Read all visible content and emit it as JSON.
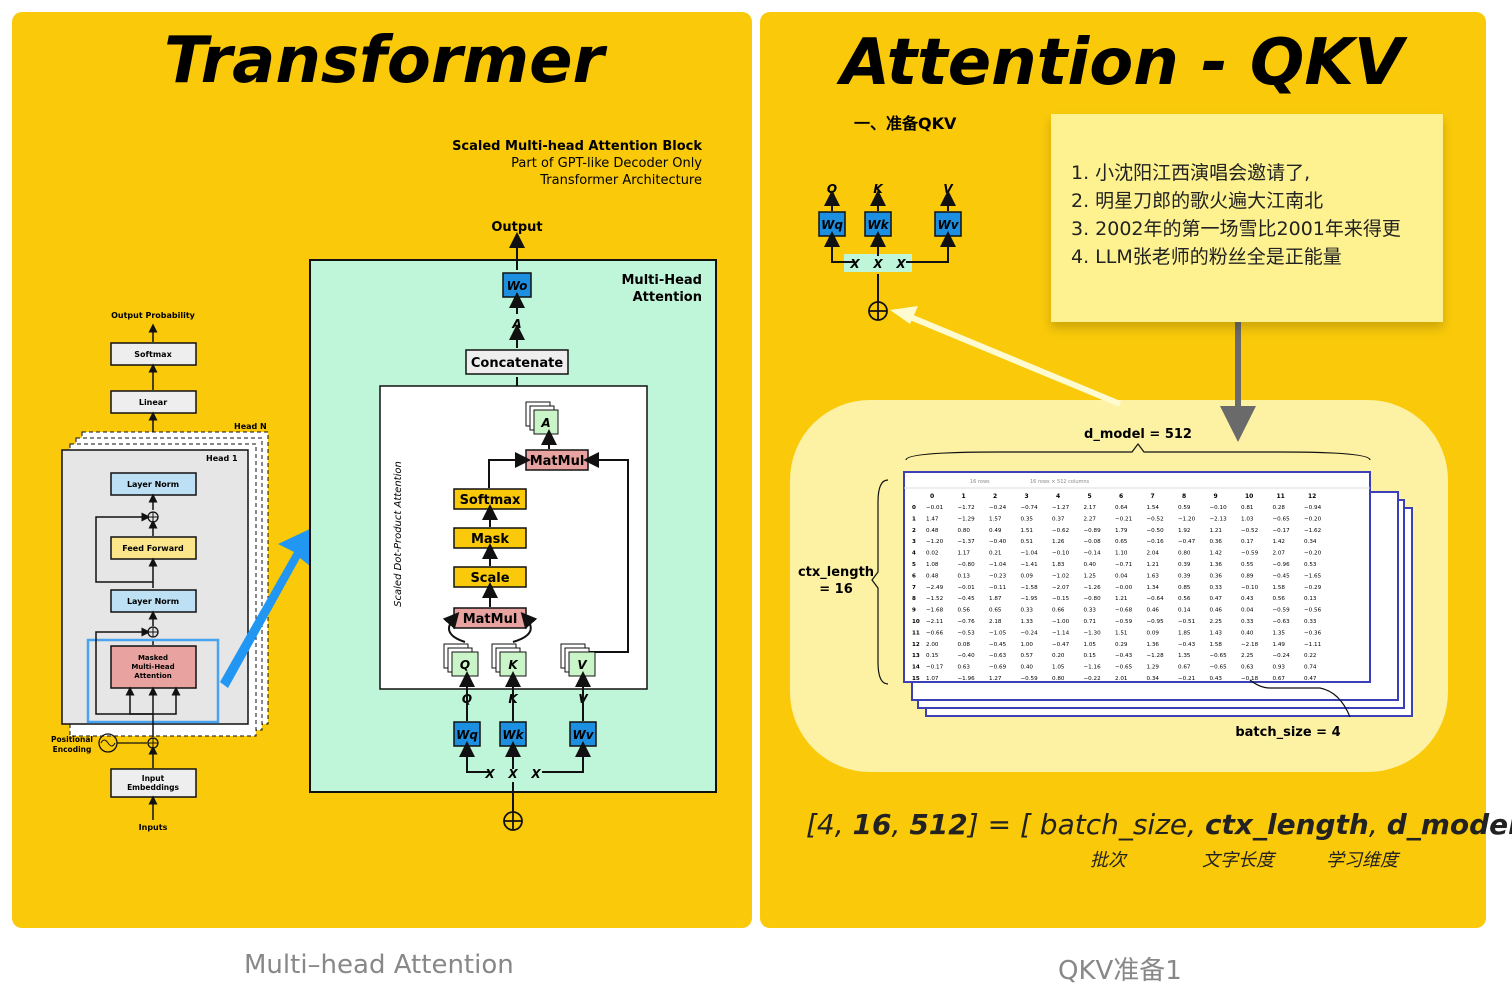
{
  "left": {
    "title": "Transformer",
    "block_title": "Scaled Multi-head Attention Block",
    "block_sub1": "Part of GPT-like Decoder Only",
    "block_sub2": "Transformer Architecture",
    "output": "Output",
    "mha_label1": "Multi-Head",
    "mha_label2": "Attention",
    "wo": "Wo",
    "a": "A",
    "concatenate": "Concatenate",
    "sdpa": "Scaled Dot-Product Attention",
    "matmul": "MatMul",
    "softmax": "Softmax",
    "mask": "Mask",
    "scale": "Scale",
    "q": "Q",
    "k": "K",
    "v": "V",
    "wq": "Wq",
    "wk": "Wk",
    "wv": "Wv",
    "x": "X",
    "mini": {
      "output_prob": "Output Probability",
      "softmax": "Softmax",
      "linear": "Linear",
      "head_n": "Head N",
      "head_1": "Head 1",
      "layer_norm": "Layer Norm",
      "feed_forward": "Feed Forward",
      "masked_mha_1": "Masked",
      "masked_mha_2": "Multi-Head",
      "masked_mha_3": "Attention",
      "positional_1": "Positional",
      "positional_2": "Encoding",
      "input_emb_1": "Input",
      "input_emb_2": "Embeddings",
      "inputs": "Inputs"
    },
    "caption": "Multi–head Attention"
  },
  "right": {
    "title": "Attention - QKV",
    "section": "一、准备QKV",
    "q": "Q",
    "k": "K",
    "v": "V",
    "wq": "Wq",
    "wk": "Wk",
    "wv": "Wv",
    "x": "X",
    "sticky": [
      "1. 小沈阳江西演唱会邀请了,",
      "2. 明星刀郎的歌火遍大江南北",
      "3. 2002年的第一场雪比2001年来得更",
      "4. LLM张老师的粉丝全是正能量"
    ],
    "d_model": "d_model = 512",
    "ctx_length_1": "ctx_length",
    "ctx_length_2": "= 16",
    "batch_size": "batch_size = 4",
    "table_toolbar_1": "16 rows",
    "table_toolbar_2": "16 rows × 512 columns",
    "table_header": [
      "0",
      "1",
      "2",
      "3",
      "4",
      "5",
      "6",
      "7",
      "8",
      "9",
      "10",
      "11",
      "12"
    ],
    "table_rows": [
      [
        "0",
        "−0.01",
        "−1.72",
        "−0.24",
        "−0.74",
        "−1.27",
        "2.17",
        "0.64",
        "1.54",
        "0.59",
        "−0.10",
        "0.81",
        "0.28",
        "−0.94"
      ],
      [
        "1",
        "1.47",
        "−1.29",
        "1.57",
        "0.35",
        "0.37",
        "2.27",
        "−0.21",
        "−0.52",
        "−1.20",
        "−2.13",
        "1.03",
        "−0.65",
        "−0.20"
      ],
      [
        "2",
        "0.48",
        "0.80",
        "0.49",
        "1.51",
        "−0.62",
        "−0.89",
        "1.79",
        "−0.50",
        "1.92",
        "1.21",
        "−0.52",
        "−0.17",
        "−1.62"
      ],
      [
        "3",
        "−1.20",
        "−1.37",
        "−0.40",
        "0.51",
        "1.26",
        "−0.08",
        "0.65",
        "−0.16",
        "−0.47",
        "0.36",
        "0.17",
        "1.42",
        "0.34"
      ],
      [
        "4",
        "0.02",
        "1.17",
        "0.21",
        "−1.04",
        "−0.10",
        "−0.14",
        "1.10",
        "2.04",
        "0.80",
        "1.42",
        "−0.59",
        "2.07",
        "−0.20"
      ],
      [
        "5",
        "1.08",
        "−0.80",
        "−1.04",
        "−1.41",
        "1.83",
        "0.40",
        "−0.71",
        "1.21",
        "0.39",
        "1.36",
        "0.55",
        "−0.96",
        "0.53"
      ],
      [
        "6",
        "0.48",
        "0.13",
        "−0.23",
        "0.09",
        "−1.02",
        "1.25",
        "0.04",
        "1.63",
        "0.39",
        "0.36",
        "0.89",
        "−0.45",
        "−1.65"
      ],
      [
        "7",
        "−2.49",
        "−0.01",
        "−0.11",
        "−1.58",
        "−2.07",
        "−1.26",
        "−0.00",
        "1.34",
        "0.85",
        "0.33",
        "−0.10",
        "1.58",
        "−0.29"
      ],
      [
        "8",
        "−1.52",
        "−0.45",
        "1.87",
        "−1.95",
        "−0.15",
        "−0.80",
        "1.21",
        "−0.64",
        "0.56",
        "0.47",
        "0.43",
        "0.56",
        "0.13"
      ],
      [
        "9",
        "−1.68",
        "0.56",
        "0.65",
        "0.33",
        "0.66",
        "0.33",
        "−0.68",
        "0.46",
        "0.14",
        "0.46",
        "0.04",
        "−0.59",
        "−0.56"
      ],
      [
        "10",
        "−2.11",
        "−0.76",
        "2.18",
        "1.33",
        "−1.00",
        "0.71",
        "−0.59",
        "−0.95",
        "−0.51",
        "2.25",
        "0.33",
        "−0.63",
        "0.33"
      ],
      [
        "11",
        "−0.66",
        "−0.53",
        "−1.05",
        "−0.24",
        "−1.14",
        "−1.30",
        "1.51",
        "0.09",
        "1.85",
        "1.43",
        "0.40",
        "1.35",
        "−0.36"
      ],
      [
        "12",
        "2.00",
        "0.08",
        "−0.45",
        "1.00",
        "−0.47",
        "1.05",
        "0.29",
        "1.36",
        "−0.43",
        "1.58",
        "−2.18",
        "1.49",
        "−1.11"
      ],
      [
        "13",
        "0.15",
        "−0.40",
        "−0.63",
        "0.57",
        "0.20",
        "0.15",
        "−0.43",
        "−1.28",
        "1.35",
        "−0.65",
        "2.25",
        "−0.24",
        "0.22"
      ],
      [
        "14",
        "−0.17",
        "0.63",
        "−0.69",
        "0.40",
        "1.05",
        "−1.16",
        "−0.65",
        "1.29",
        "0.67",
        "−0.65",
        "0.63",
        "0.93",
        "0.74"
      ],
      [
        "15",
        "1.07",
        "−1.96",
        "1.27",
        "−0.59",
        "0.80",
        "−0.22",
        "2.01",
        "0.34",
        "−0.21",
        "0.43",
        "−0.18",
        "0.67",
        "0.47"
      ]
    ],
    "formula_1": "[4, ",
    "formula_16": "16",
    "formula_2": ", ",
    "formula_512": "512",
    "formula_3": "] = [ batch_size, ",
    "formula_ctx": "ctx_length",
    "formula_4": ", ",
    "formula_dm": "d_model",
    "formula_5": " ]",
    "sub_batch": "批次",
    "sub_ctx": "文字长度",
    "sub_dm": "学习维度",
    "caption": "QKV准备1"
  },
  "colors": {
    "panel_bg": "#f9c90a",
    "mha_bg": "#bff6d9",
    "weight_blue": "#1c8fe0",
    "qkv_green": "#c9f5c8",
    "matmul_pink": "#e8a3a0",
    "op_yellow": "#f9c90a",
    "sticky": "#fdf28f",
    "highlight": "#fdf1a3"
  }
}
